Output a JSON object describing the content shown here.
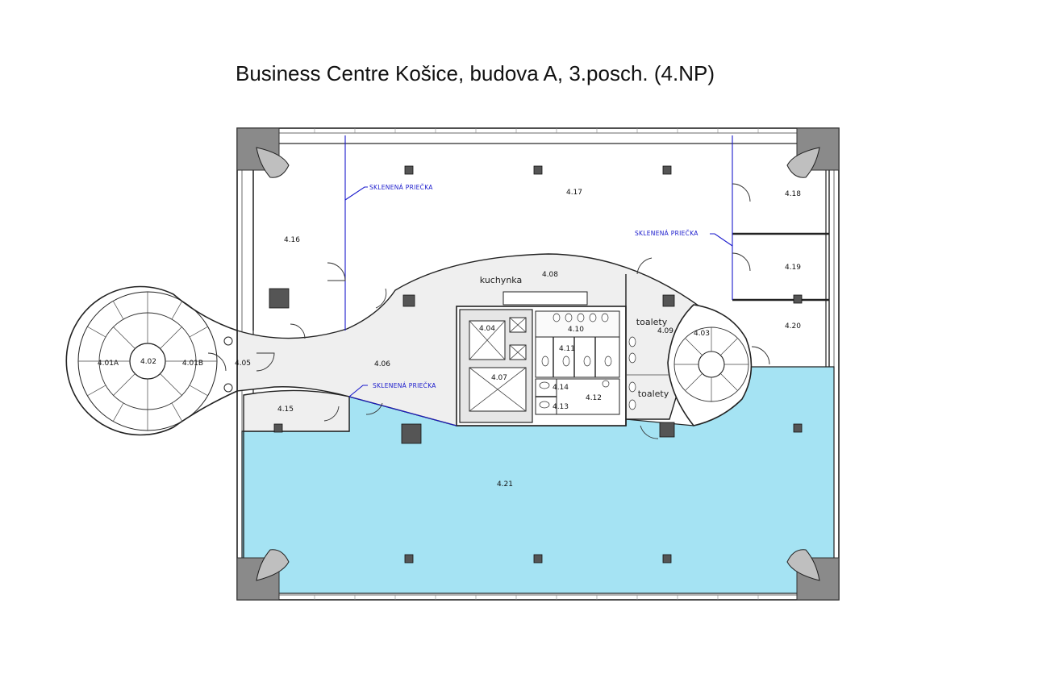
{
  "title": "Business Centre Košice, budova A, 3.posch. (4.NP)",
  "colors": {
    "highlight": "#a5e3f3",
    "core": "#efefef",
    "glass_partition": "#1a1acc",
    "wall": "#222222"
  },
  "notes": [
    {
      "id": "note-1",
      "text": "SKLENENÁ PRIEČKA"
    },
    {
      "id": "note-2",
      "text": "SKLENENÁ PRIEČKA"
    },
    {
      "id": "note-3",
      "text": "SKLENENÁ PRIEČKA"
    }
  ],
  "room_names": {
    "kitchen": "kuchynka",
    "toilets_upper": "toalety",
    "toilets_lower": "toalety"
  },
  "rooms": {
    "r401a": "4.01A",
    "r402": "4.02",
    "r401b": "4.01B",
    "r403": "4.03",
    "r404": "4.04",
    "r405": "4.05",
    "r406": "4.06",
    "r407": "4.07",
    "r408": "4.08",
    "r409": "4.09",
    "r410": "4.10",
    "r411": "4.11",
    "r412": "4.12",
    "r413": "4.13",
    "r414": "4.14",
    "r415": "4.15",
    "r416": "4.16",
    "r417": "4.17",
    "r418": "4.18",
    "r419": "4.19",
    "r420": "4.20",
    "r421": "4.21"
  },
  "highlighted_room": "4.21"
}
